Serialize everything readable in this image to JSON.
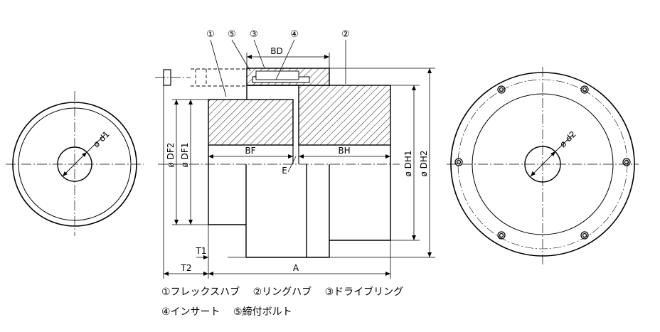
{
  "callouts": [
    "①",
    "⑤",
    "③",
    "④",
    "②"
  ],
  "dims": {
    "BD": "BD",
    "BF": "BF",
    "BH": "BH",
    "E": "E",
    "A": "A",
    "T1": "T1",
    "T2": "T2",
    "DF2": "ø DF2",
    "DF1": "ø DF1",
    "DH1": "ø DH1",
    "DH2": "ø DH2",
    "d1": "ø d1",
    "d2": "ø d2"
  },
  "legend": {
    "line1": [
      "①フレックスハブ",
      "②リングハブ",
      "③ドライブリング"
    ],
    "line2": [
      "④インサート",
      "⑤締付ボルト"
    ]
  }
}
